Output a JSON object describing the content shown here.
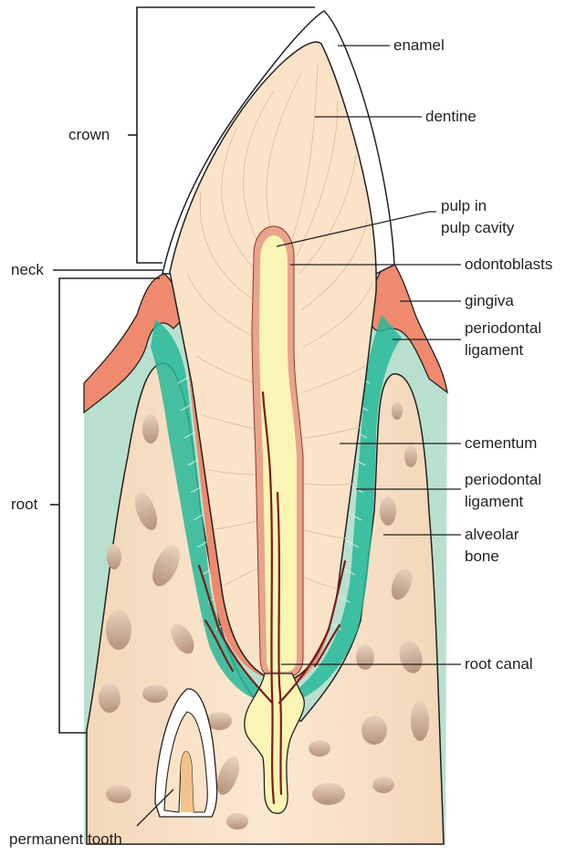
{
  "labels": {
    "enamel": "enamel",
    "dentine": "dentine",
    "pulp_line1": "pulp in",
    "pulp_line2": "pulp cavity",
    "odontoblasts": "odontoblasts",
    "gingiva": "gingiva",
    "periodontal_upper_line1": "periodontal",
    "periodontal_upper_line2": "ligament",
    "cementum": "cementum",
    "periodontal_lower_line1": "periodontal",
    "periodontal_lower_line2": "ligament",
    "alveolar_line1": "alveolar",
    "alveolar_line2": "bone",
    "root_canal": "root canal",
    "crown": "crown",
    "neck": "neck",
    "root": "root",
    "permanent_tooth": "permanent tooth"
  },
  "colors": {
    "enamel": "#ffffff",
    "dentine": "#fbe3c8",
    "pulp": "#faf5b4",
    "gingiva": "#ef8a6e",
    "ligament": "#27b999",
    "background_tissue": "#b9e0cf",
    "bone": "#f8e1c5",
    "bone_hole": "#c9a88f",
    "vessel": "#7a1c1c",
    "outline": "#231f20"
  }
}
